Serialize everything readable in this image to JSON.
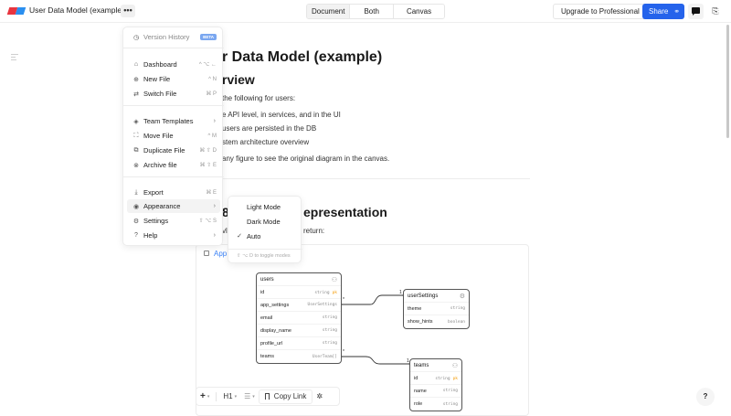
{
  "header": {
    "title": "User Data Model (example)",
    "more_label": "•••",
    "view_modes": [
      "Document",
      "Both",
      "Canvas"
    ],
    "active_view": "Document",
    "upgrade_label": "Upgrade to Professional",
    "share_label": "Share",
    "share_icon": "🔗",
    "panel_icon": "⎘"
  },
  "colors": {
    "brand_red": "#e8343f",
    "brand_blue": "#2a8ff0",
    "share_blue": "#2563eb",
    "pk_orange": "#f59e0b",
    "link_blue": "#3b82f6"
  },
  "document": {
    "h1": "r Data Model (example)",
    "h2_overview": "rview",
    "intro": "the following for users:",
    "bullets": [
      "e API level, in services, and in the UI",
      "users are persisted in the DB",
      "stem architecture overview"
    ],
    "note": "any figure to see the original diagram in the canvas.",
    "h2_repr_prefix": "8",
    "h2_repr": "epresentation",
    "repr_prefix": "vl",
    "repr_text": "return:",
    "figure_caption": "App"
  },
  "diagram": {
    "tables": [
      {
        "name": "users",
        "icon": "user-icon",
        "fields": [
          {
            "name": "id",
            "type": "string",
            "pk": "pk"
          },
          {
            "name": "app_settings",
            "type": "UserSettings",
            "pk": ""
          },
          {
            "name": "email",
            "type": "string",
            "pk": ""
          },
          {
            "name": "display_name",
            "type": "string",
            "pk": ""
          },
          {
            "name": "profile_url",
            "type": "string",
            "pk": ""
          },
          {
            "name": "teams",
            "type": "UserTeam[]",
            "pk": ""
          }
        ]
      },
      {
        "name": "userSettings",
        "icon": "gear-icon",
        "fields": [
          {
            "name": "theme",
            "type": "string",
            "pk": ""
          },
          {
            "name": "show_hints",
            "type": "boolean",
            "pk": ""
          }
        ]
      },
      {
        "name": "teams",
        "icon": "users-icon",
        "fields": [
          {
            "name": "id",
            "type": "string",
            "pk": "pk"
          },
          {
            "name": "name",
            "type": "string",
            "pk": ""
          },
          {
            "name": "role",
            "type": "string",
            "pk": ""
          }
        ]
      }
    ],
    "relations": [
      {
        "from": "users.app_settings",
        "to": "userSettings",
        "from_card": "*",
        "to_card": "1"
      },
      {
        "from": "users.teams",
        "to": "teams",
        "from_card": "*",
        "to_card": "1"
      }
    ]
  },
  "menu": {
    "version_history": "Version History",
    "beta": "BETA",
    "items": [
      {
        "label": "Dashboard",
        "shortcut": "^ ⌥ ←",
        "icon": "home-icon",
        "glyph": "⌂"
      },
      {
        "label": "New File",
        "shortcut": "^ N",
        "icon": "plus-circle-icon",
        "glyph": "⊕"
      },
      {
        "label": "Switch File",
        "shortcut": "⌘ P",
        "icon": "switch-icon",
        "glyph": "⇄"
      },
      {
        "label": "Team Templates",
        "shortcut": "›",
        "icon": "templates-icon",
        "glyph": "◈"
      },
      {
        "label": "Move File",
        "shortcut": "^ M",
        "icon": "move-icon",
        "glyph": "⛶"
      },
      {
        "label": "Duplicate File",
        "shortcut": "⌘ ⇧ D",
        "icon": "duplicate-icon",
        "glyph": "⧉"
      },
      {
        "label": "Archive file",
        "shortcut": "⌘ ⇧ E",
        "icon": "archive-icon",
        "glyph": "⊗"
      },
      {
        "label": "Export",
        "shortcut": "⌘ E",
        "icon": "export-icon",
        "glyph": "⤓"
      },
      {
        "label": "Appearance",
        "shortcut": "›",
        "icon": "eye-icon",
        "glyph": "◉"
      },
      {
        "label": "Settings",
        "shortcut": "⇧ ⌥ S",
        "icon": "gear-icon",
        "glyph": "⚙"
      },
      {
        "label": "Help",
        "shortcut": "›",
        "icon": "help-icon",
        "glyph": "?"
      }
    ]
  },
  "appearance_submenu": {
    "items": [
      "Light Mode",
      "Dark Mode",
      "Auto"
    ],
    "selected": "Auto",
    "check": "✓",
    "hint": "⇧ ⌥ D to toggle modes"
  },
  "bottom_toolbar": {
    "add": "+",
    "heading": "H1",
    "list": "☰",
    "copy_link": "Copy Link",
    "extra": "✲"
  },
  "help_label": "?"
}
